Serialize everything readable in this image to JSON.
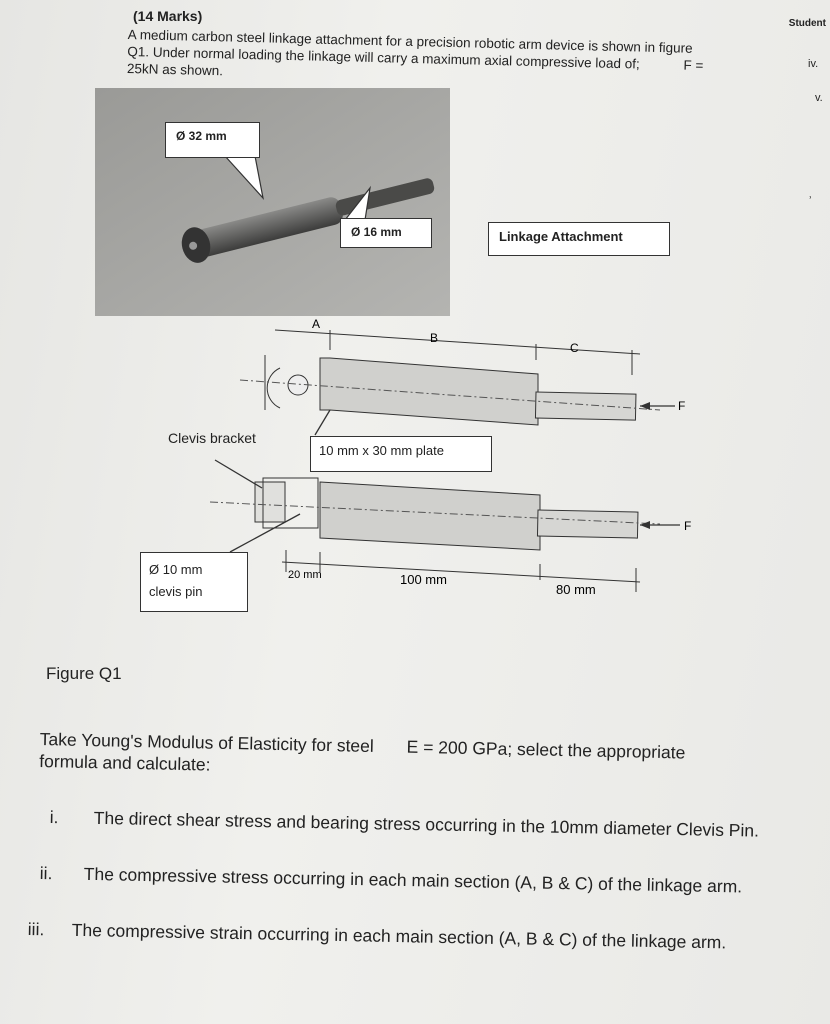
{
  "header": {
    "marks": "(14 Marks)",
    "intro": "A medium carbon steel linkage attachment for a precision robotic arm device is shown in figure Q1. Under normal loading the linkage will carry a maximum axial compressive load of;",
    "load": "F = 25kN as shown."
  },
  "margin": {
    "student": "Student",
    "roman_iv": "iv.",
    "roman_v": "v."
  },
  "photo_callouts": {
    "dia_32": "Ø 32 mm",
    "dia_16": "Ø 16 mm",
    "linkage": "Linkage Attachment"
  },
  "diagram": {
    "label_a": "A",
    "label_b": "B",
    "label_c": "C",
    "force_top": "F",
    "force_bottom": "F",
    "clevis_bracket": "Clevis bracket",
    "plate": "10 mm x 30 mm plate",
    "pin_dia": "Ø 10 mm",
    "pin_name": "clevis pin",
    "dim_a": "20 mm",
    "dim_b": "100 mm",
    "dim_c": "80 mm"
  },
  "figure_caption": "Figure Q1",
  "instructions": {
    "youngs_part1": "Take Young's Modulus of Elasticity for steel",
    "youngs_part2": "E = 200 GPa; select the appropriate",
    "youngs_line2": "formula and calculate:"
  },
  "questions": [
    {
      "num": "i.",
      "text": "The direct shear stress and bearing stress occurring in the 10mm diameter Clevis Pin."
    },
    {
      "num": "ii.",
      "text": "The compressive stress occurring in each main section (A, B & C) of the linkage arm."
    },
    {
      "num": "iii.",
      "text": "The compressive strain occurring in each main section (A, B & C) of the linkage arm."
    }
  ]
}
